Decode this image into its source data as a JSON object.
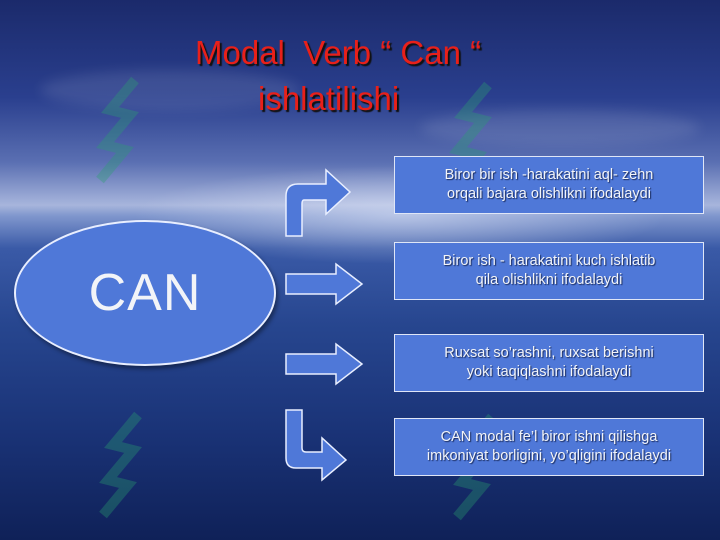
{
  "slide": {
    "title_line1": "Modal  Verb “ Can “",
    "title_line2": "ishlatilishi",
    "center_label": "CAN",
    "boxes": [
      {
        "text": "Biror  bir  ish -harakatini  aql- zehn\n orqali  bajara  olishlikni  ifodalaydi"
      },
      {
        "text": "Biror ish - harakatini  kuch  ishlatib\nqila  olishlikni ifodalaydi"
      },
      {
        "text": "Ruxsat so’rashni, ruxsat berishni\nyoki taqiqlashni ifodalaydi"
      },
      {
        "text": "CAN modal fe’l biror ishni qilishga\nimkoniyat borligini, yo’qligini ifodalaydi"
      }
    ],
    "colors": {
      "title": "#e8201a",
      "shape_fill": "#4f78d8",
      "shape_border": "#dfe6f7",
      "text": "#f2f4f8"
    },
    "icons": [
      "arrow-up-right-icon",
      "arrow-right-icon",
      "arrow-right-icon",
      "arrow-down-right-icon"
    ]
  }
}
